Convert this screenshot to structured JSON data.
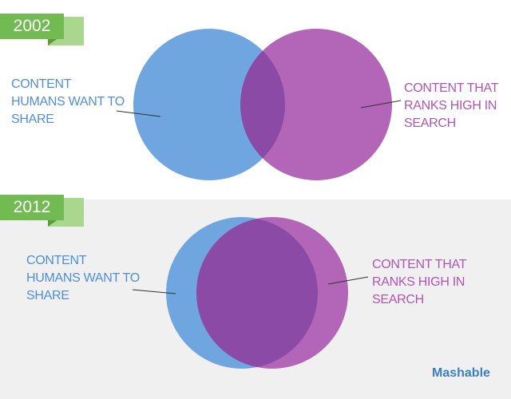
{
  "panels": [
    {
      "year": "2002",
      "left_label": [
        "CONTENT",
        "HUMANS WANT TO",
        "SHARE"
      ],
      "right_label": [
        "CONTENT THAT",
        "RANKS HIGH IN",
        "SEARCH"
      ]
    },
    {
      "year": "2012",
      "left_label": [
        "CONTENT",
        "HUMANS WANT TO",
        "SHARE"
      ],
      "right_label": [
        "CONTENT THAT",
        "RANKS HIGH IN",
        "SEARCH"
      ]
    }
  ],
  "colors": {
    "blue_circle": "#6fa6e0",
    "purple_circle": "#b365b8",
    "overlap": "#8a4aa6",
    "tag_green": "#72bb53"
  },
  "brand": "Mashable"
}
